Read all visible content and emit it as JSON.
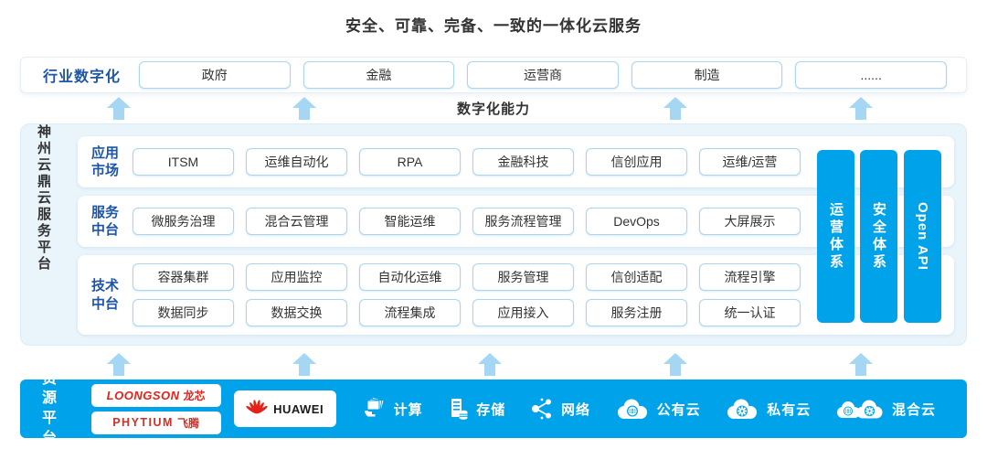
{
  "title": "安全、可靠、完备、一致的一体化云服务",
  "industry": {
    "label": "行业数字化",
    "items": [
      "政府",
      "金融",
      "运营商",
      "制造",
      "......"
    ]
  },
  "digital_capability_label": "数字化能力",
  "platform": {
    "side_label": "神州云鼎云服务平台",
    "rows": [
      {
        "label": "应用市场",
        "items": [
          "ITSM",
          "运维自动化",
          "RPA",
          "金融科技",
          "信创应用",
          "运维/运营"
        ]
      },
      {
        "label": "服务中台",
        "items": [
          "微服务治理",
          "混合云管理",
          "智能运维",
          "服务流程管理",
          "DevOps",
          "大屏展示"
        ]
      },
      {
        "label": "技术中台",
        "items_rows": [
          [
            "容器集群",
            "应用监控",
            "自动化运维",
            "服务管理",
            "信创适配",
            "流程引擎"
          ],
          [
            "数据同步",
            "数据交换",
            "流程集成",
            "应用接入",
            "服务注册",
            "统一认证"
          ]
        ]
      }
    ],
    "pillars": [
      "运营体系",
      "安全体系",
      "Open API"
    ]
  },
  "resource": {
    "label": "资源平台",
    "vendors": [
      {
        "name": "LOONGSON",
        "cn": "龙芯"
      },
      {
        "name": "PHYTIUM",
        "cn": "飞腾"
      },
      {
        "name": "HUAWEI"
      }
    ],
    "items": [
      {
        "icon": "compute-icon",
        "label": "计算"
      },
      {
        "icon": "storage-icon",
        "label": "存储"
      },
      {
        "icon": "network-icon",
        "label": "网络"
      },
      {
        "icon": "public-cloud-icon",
        "label": "公有云"
      },
      {
        "icon": "private-cloud-icon",
        "label": "私有云"
      },
      {
        "icon": "hybrid-cloud-icon",
        "label": "混合云"
      }
    ]
  },
  "colors": {
    "accent_blue": "#00a2e9",
    "panel_bg": "#e9f4fb",
    "arrow_blue": "#a5d7f4",
    "chip_border": "#a9d5ef",
    "label_blue": "#1d55a7",
    "dark_text": "#333333",
    "logo_red": "#e2231a"
  }
}
